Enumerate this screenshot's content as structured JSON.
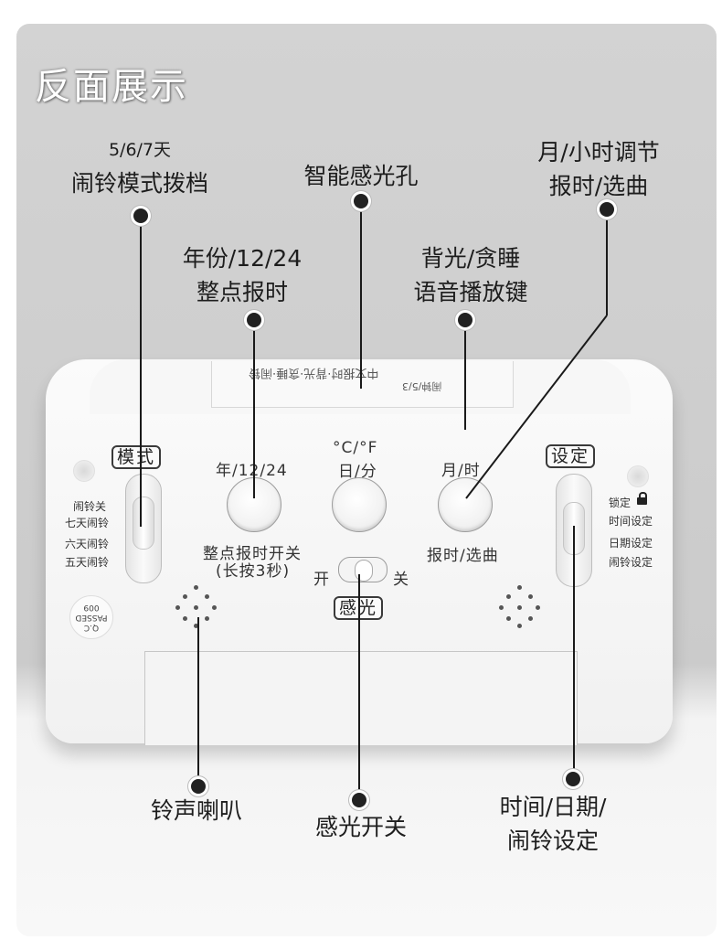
{
  "title": "反面展示",
  "callouts": {
    "mode_switch": [
      "5/6/7天",
      "闹铃模式拨档"
    ],
    "light_sensor": [
      "智能感光孔"
    ],
    "month_hour": [
      "月/小时调节",
      "报时/选曲"
    ],
    "year_button": [
      "年份/12/24",
      "整点报时"
    ],
    "backlight": [
      "背光/贪睡",
      "语音播放键"
    ],
    "speaker": [
      "铃声喇叭"
    ],
    "sensor_switch": [
      "感光开关"
    ],
    "set_switch": [
      "时间/日期/",
      "闹铃设定"
    ]
  },
  "device": {
    "screen_text": "中文报时·背光·贪睡·闹铃",
    "screen_text2": "闹钟/5/3",
    "mode_label": "模式",
    "mode_options": [
      "闹铃关",
      "七天闹铃",
      "六天闹铃",
      "五天闹铃"
    ],
    "btn_year_label": "年/12/24",
    "btn_center_label1": "°C/°F",
    "btn_center_label2": "日/分",
    "btn_month_label": "月/时",
    "hourly_label1": "整点报时开关",
    "hourly_label2": "(长按3秒)",
    "chime_label": "报时/选曲",
    "toggle_on": "开",
    "toggle_off": "关",
    "sensor_label": "感光",
    "set_label": "设定",
    "set_options": [
      "锁定",
      "时间设定",
      "日期设定",
      "闹铃设定"
    ],
    "qc_lines": [
      "Q.C",
      "PASSED",
      "009"
    ]
  }
}
